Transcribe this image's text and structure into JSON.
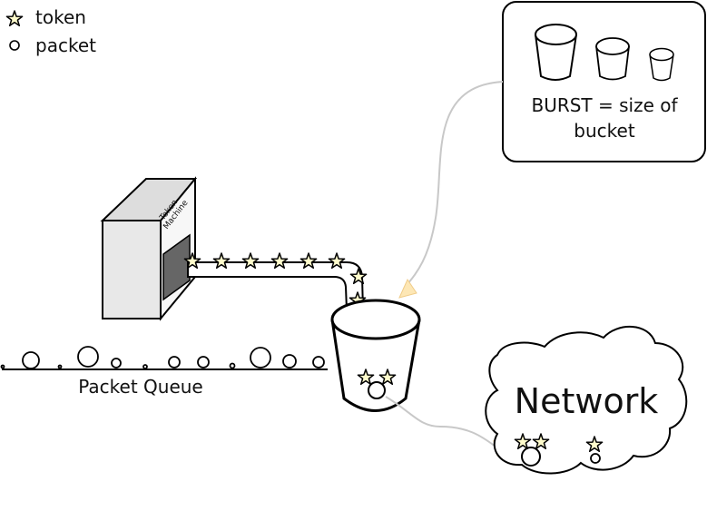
{
  "legend": {
    "token_label": "token",
    "packet_label": "packet"
  },
  "burst_box": {
    "line1": "BURST = size of",
    "line2": "bucket"
  },
  "machine": {
    "label_line1": "Token",
    "label_line2": "Machine"
  },
  "queue": {
    "label": "Packet Queue"
  },
  "network": {
    "label": "Network"
  },
  "colors": {
    "token_fill": "#fffccc",
    "arrowhead_fill": "#fde7b5",
    "connector_stroke": "#c8c8c8",
    "machine_front": "#e8e8e8",
    "machine_top": "#dddddd",
    "machine_side": "#f7f7f7",
    "slot_fill": "#666666",
    "outline": "#000000"
  }
}
